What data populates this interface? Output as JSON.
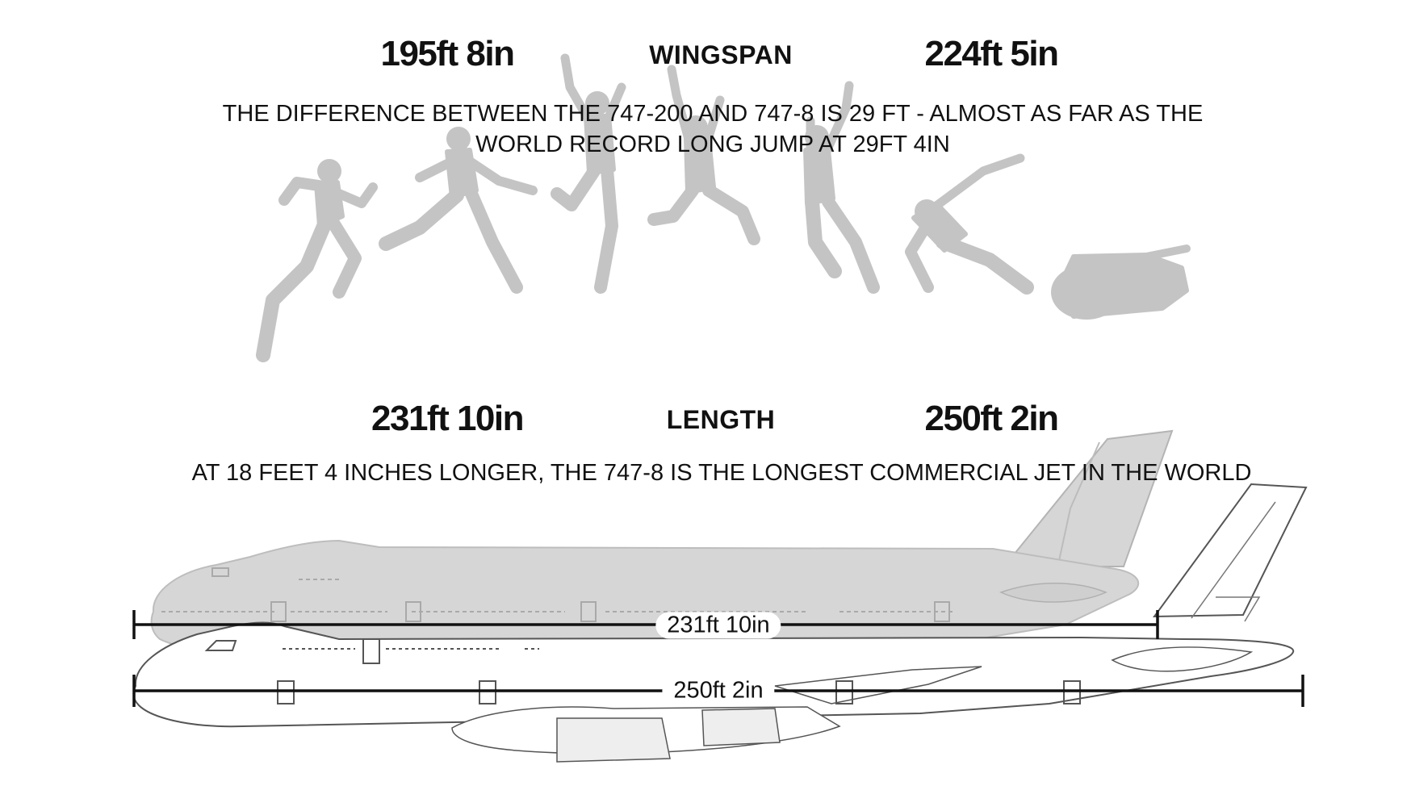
{
  "wingspan": {
    "heading": "WINGSPAN",
    "left_value": "195ft 8in",
    "right_value": "224ft 5in",
    "caption_line1": "THE DIFFERENCE BETWEEN THE 747-200 AND 747-8 IS 29 FT - ALMOST AS FAR AS THE",
    "caption_line2": "WORLD RECORD LONG JUMP AT 29FT 4IN"
  },
  "length": {
    "heading": "LENGTH",
    "left_value": "231ft 10in",
    "right_value": "250ft 2in",
    "caption": "AT 18 FEET 4 INCHES LONGER, THE 747-8 IS THE LONGEST COMMERCIAL JET IN THE WORLD",
    "measure_short": "231ft 10in",
    "measure_long": "250ft 2in"
  },
  "colors": {
    "silhouette": "#c4c4c4",
    "old_plane": "#d6d6d6",
    "outline": "#555555",
    "text": "#111111"
  }
}
